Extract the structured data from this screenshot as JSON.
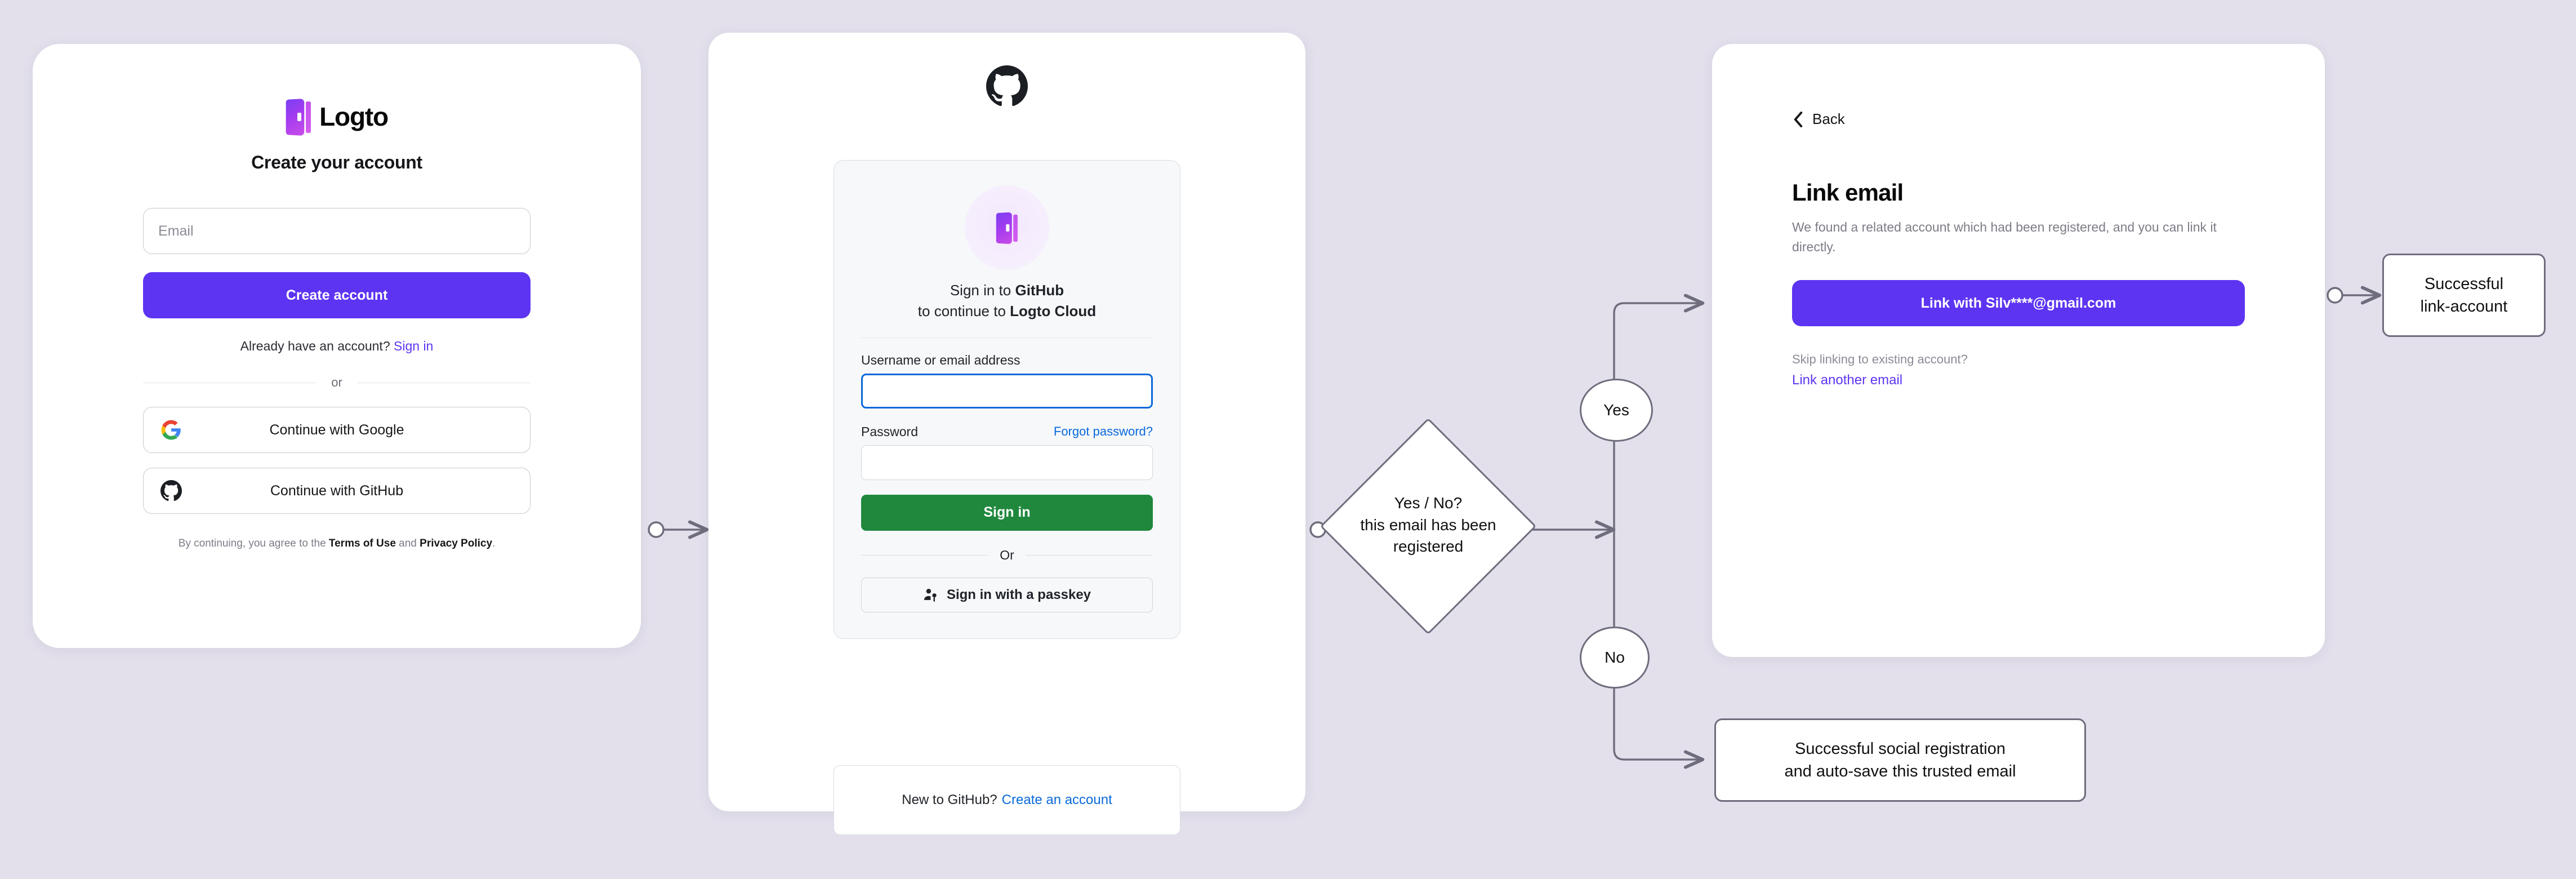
{
  "background_color": "#e3e0ec",
  "brand": {
    "accent": "#5d34f2",
    "github_green": "#1f883d",
    "github_blue": "#0969da"
  },
  "card_signup": {
    "logo_word": "Logto",
    "logo_icon": "logto-door-icon",
    "title": "Create your account",
    "email_input": {
      "value": "",
      "placeholder": "Email"
    },
    "primary_button": "Create account",
    "already_text": "Already have an account?",
    "already_link": "Sign in",
    "divider": "or",
    "social": [
      {
        "icon": "google-icon",
        "label": "Continue with Google"
      },
      {
        "icon": "github-icon",
        "label": "Continue with GitHub"
      }
    ],
    "terms_prefix": "By continuing, you agree to the ",
    "terms_link": "Terms of Use",
    "terms_and": " and ",
    "privacy_link": "Privacy Policy",
    "terms_suffix": "."
  },
  "card_github": {
    "mark_icon": "github-icon",
    "avatar_icon": "logto-door-icon",
    "heading_line1_prefix": "Sign in to ",
    "heading_line1_strong": "GitHub",
    "heading_line2_prefix": "to continue to ",
    "heading_line2_strong": "Logto Cloud",
    "username_label": "Username or email address",
    "username_input": {
      "value": "",
      "placeholder": ""
    },
    "password_label": "Password",
    "forgot_link": "Forgot password?",
    "password_input": {
      "value": "",
      "placeholder": ""
    },
    "signin_button": "Sign in",
    "divider": "Or",
    "passkey_icon": "passkey-person-key-icon",
    "passkey_button": "Sign in with a passkey",
    "new_prefix": "New to GitHub?",
    "new_link": "Create an account"
  },
  "card_link_email": {
    "back_icon": "chevron-left-icon",
    "back_label": "Back",
    "title": "Link email",
    "description": "We found a related account which had been registered, and you can link it directly.",
    "primary_button": "Link with Silv****@gmail.com",
    "skip_text": "Skip linking to existing account?",
    "alt_link": "Link another email"
  },
  "flow": {
    "decision_line1": "Yes / No?",
    "decision_line2": "this email has been",
    "decision_line3": "registered",
    "branch_yes": "Yes",
    "branch_no": "No",
    "outcome_link_line1": "Successful",
    "outcome_link_line2": "link-account",
    "outcome_social_line1": "Successful social registration",
    "outcome_social_line2": "and auto-save this trusted email"
  }
}
